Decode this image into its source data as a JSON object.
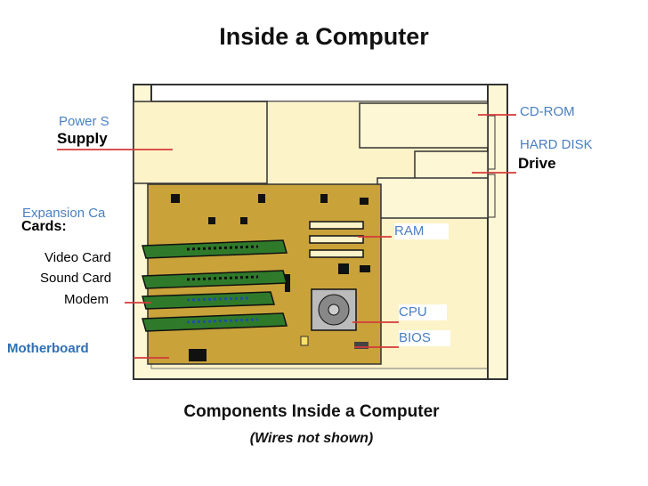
{
  "title": "Inside a Computer",
  "labels": {
    "power_supply": "Power S",
    "supply_img": "Supply",
    "expansion_cards": "Expansion Ca",
    "cards_img": "Cards:",
    "video_card": "Video Card",
    "sound_card": "Sound Card",
    "modem": "Modem",
    "motherboard": "Motherboard",
    "cd_rom": "CD-ROM",
    "hard_disk": "HARD DISK",
    "drive_img": "Drive",
    "ram": "RAM",
    "cpu": "CPU",
    "bios": "BIOS"
  },
  "caption": "Components Inside a Computer",
  "subcaption": "(Wires not shown)",
  "colors": {
    "case": "#fef7d6",
    "board": "#c9a23a",
    "card": "#2f7a2a",
    "leader": "#d43a3a",
    "label_blue": "#4a7fc1"
  }
}
